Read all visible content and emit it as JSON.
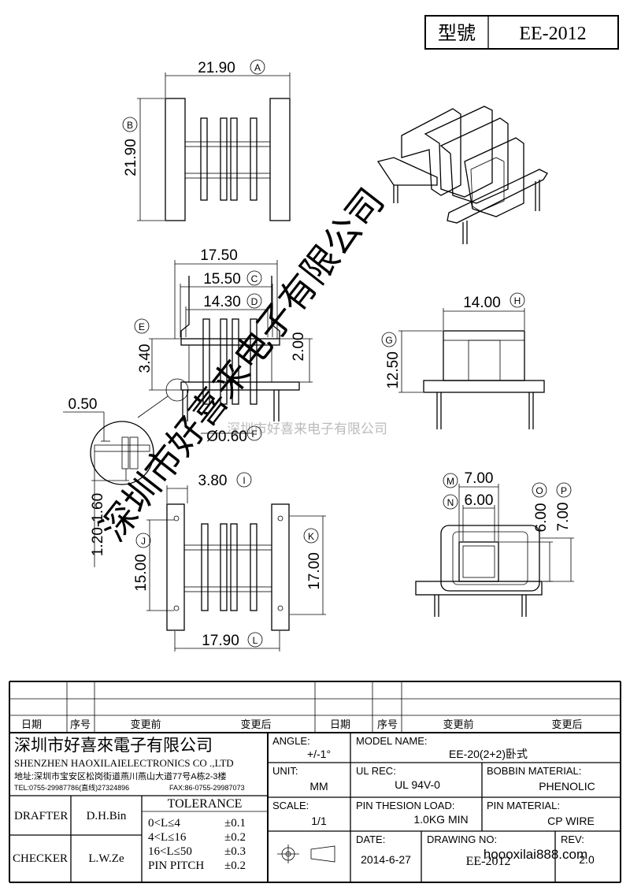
{
  "header": {
    "model_label": "型號",
    "model_value": "EE-2012"
  },
  "watermark": {
    "text": "深圳市好喜来电子有限公司",
    "diag": "深圳市好喜来电子有限公司"
  },
  "top_view": {
    "width_dim": "21.90",
    "width_tag": "A",
    "height_dim": "21.90",
    "height_tag": "B"
  },
  "front_view": {
    "d1": "17.50",
    "d2": "15.50",
    "d2_tag": "C",
    "d3": "14.30",
    "d3_tag": "D",
    "left_dim": "3.40",
    "left_tag": "E",
    "right_dim": "2.00",
    "pin_dim": "0.50",
    "pin_dia": "Ø0.60",
    "pin_dia_tag": "F",
    "range_dim": "1.20-1.60"
  },
  "side_view": {
    "width_dim": "14.00",
    "width_tag": "H",
    "height_dim": "12.50",
    "height_tag": "G"
  },
  "bottom_view": {
    "top_dim": "3.80",
    "top_tag": "I",
    "left_dim": "15.00",
    "left_tag": "J",
    "right_dim": "17.00",
    "right_tag": "K",
    "bottom_dim": "17.90",
    "bottom_tag": "L"
  },
  "end_view": {
    "m_dim": "7.00",
    "m_tag": "M",
    "n_dim": "6.00",
    "n_tag": "N",
    "o_dim": "6.00",
    "o_tag": "O",
    "p_dim": "7.00",
    "p_tag": "P"
  },
  "revision": {
    "headers": [
      "日期",
      "序号",
      "变更前",
      "变更后",
      "日期",
      "序号",
      "变更前",
      "变更后"
    ]
  },
  "company": {
    "name_cn": "深圳市好喜來電子有限公司",
    "name_en": "SHENZHEN HAOXILAIELECTRONICS CO .,LTD",
    "address": "地址:深圳市宝安区松岗街道燕川燕山大道77号A栋2-3楼",
    "tel": "TEL:0755-29987786(直线)27324896",
    "fax": "FAX:86-0755-29987073"
  },
  "title_block": {
    "angle_label": "ANGLE:",
    "angle_value": "+/-1°",
    "model_name_label": "MODEL NAME:",
    "model_name_value": "EE-20(2+2)卧式",
    "unit_label": "UNIT:",
    "unit_value": "MM",
    "ul_label": "UL REC:",
    "ul_value": "UL 94V-0",
    "bobbin_label": "BOBBIN MATERIAL:",
    "bobbin_value": "PHENOLIC",
    "scale_label": "SCALE:",
    "scale_value": "1/1",
    "pin_load_label": "PIN THESION LOAD:",
    "pin_load_value": "1.0KG MIN",
    "pin_mat_label": "PIN MATERIAL:",
    "pin_mat_value": "CP  WIRE",
    "date_label": "DATE:",
    "date_value": "2014-6-27",
    "drawing_label": "DRAWING NO:",
    "drawing_value": "EE-2012",
    "rev_label": "REV:",
    "rev_value": "2.0",
    "drafter_label": "DRAFTER",
    "drafter_value": "D.H.Bin",
    "checker_label": "CHECKER",
    "checker_value": "L.W.Ze",
    "tolerance_title": "TOLERANCE",
    "tol_rows": [
      {
        "range": "0<L≤4",
        "value": "±0.1"
      },
      {
        "range": "4<L≤16",
        "value": "±0.2"
      },
      {
        "range": "16<L≤50",
        "value": "±0.3"
      },
      {
        "range": "PIN PITCH",
        "value": "±0.2"
      }
    ],
    "web": "hoooxilai888.com"
  }
}
